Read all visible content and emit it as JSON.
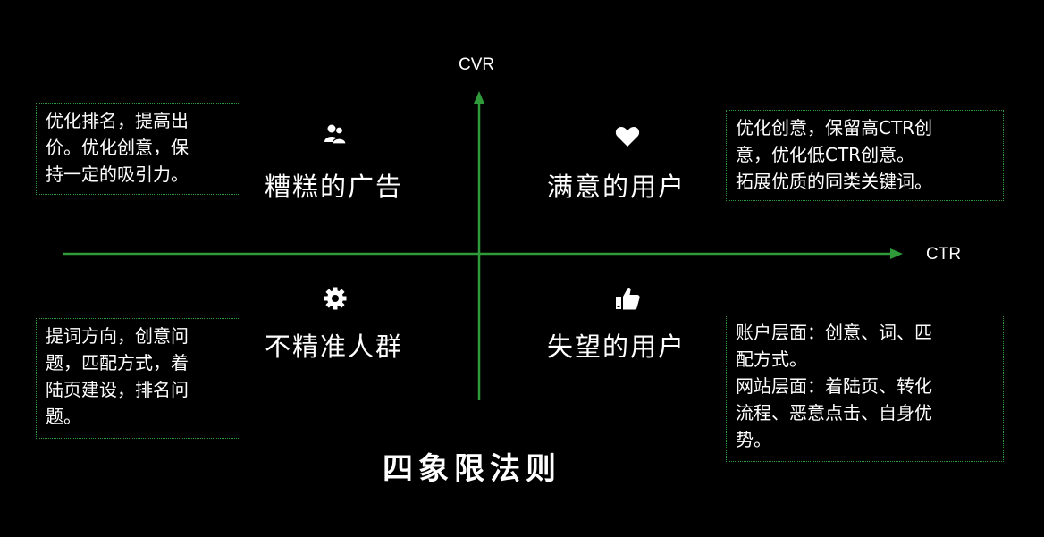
{
  "axes": {
    "y_label": "CVR",
    "x_label": "CTR",
    "color": "#2e9a3a"
  },
  "quadrants": {
    "top_left": {
      "label": "糟糕的广告",
      "icon": "users-icon"
    },
    "top_right": {
      "label": "满意的用户",
      "icon": "heart-icon"
    },
    "bottom_left": {
      "label": "不精准人群",
      "icon": "gear-icon"
    },
    "bottom_right": {
      "label": "失望的用户",
      "icon": "thumbs-up-icon"
    }
  },
  "notes": {
    "top_left": {
      "lines": [
        "优化排名，提高出",
        "价。优化创意，保",
        "持一定的吸引力。"
      ]
    },
    "top_right": {
      "lines": [
        "优化创意，保留高CTR创",
        "意，优化低CTR创意。",
        "拓展优质的同类关键词。"
      ]
    },
    "bottom_left": {
      "lines": [
        "提词方向，创意问",
        "题，匹配方式，着",
        "陆页建设，排名问",
        "题。"
      ]
    },
    "bottom_right": {
      "lines": [
        "账户层面：创意、词、匹",
        "配方式。",
        "网站层面：着陆页、转化",
        "流程、恶意点击、自身优",
        "势。"
      ]
    }
  },
  "title": "四象限法则"
}
